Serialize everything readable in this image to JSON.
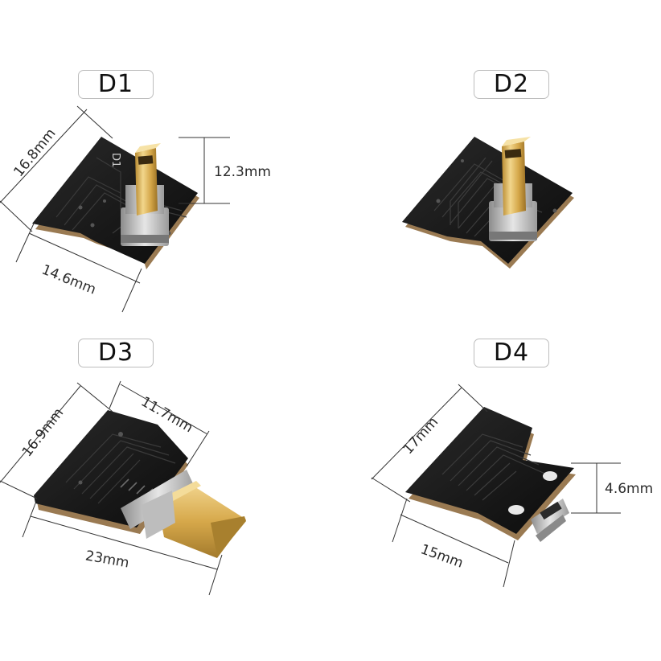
{
  "labels": {
    "d1": "D1",
    "d2": "D2",
    "d3": "D3",
    "d4": "D4"
  },
  "silkscreen": {
    "d1_board_mark": "D1"
  },
  "dimensions": {
    "d1_width": "16.8mm",
    "d1_length": "14.6mm",
    "d1_height": "12.3mm",
    "d3_width": "16.9mm",
    "d3_plug": "11.7mm",
    "d3_length": "23mm",
    "d4_width": "17mm",
    "d4_height": "4.6mm",
    "d4_length": "15mm"
  },
  "colors": {
    "background": "#ffffff",
    "pcb": "#141414",
    "trace": "#3c3c3c",
    "copper_edge": "#9a7a52",
    "gold": "#d9b25a",
    "steel": "#c8c8c8",
    "dimension_line": "#333333"
  }
}
